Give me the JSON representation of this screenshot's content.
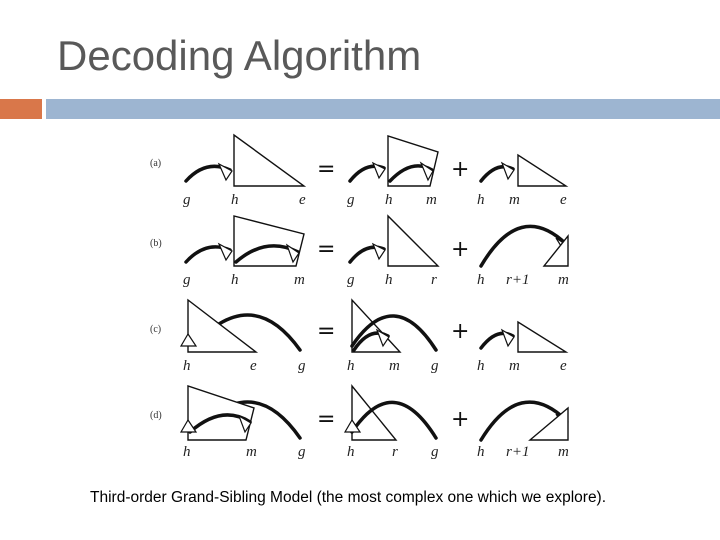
{
  "slide": {
    "title": "Decoding Algorithm",
    "caption": "Third-order Grand-Sibling Model (the most complex one which we explore).",
    "accent_color": "#d9774a",
    "band_color": "#9db5d1"
  },
  "figure": {
    "rows": [
      {
        "tag": "(a)",
        "ops": [
          "=",
          "+"
        ],
        "labels": [
          [
            "g",
            "h",
            "e"
          ],
          [
            "g",
            "h",
            "m"
          ],
          [
            "h",
            "m",
            "e"
          ]
        ]
      },
      {
        "tag": "(b)",
        "ops": [
          "=",
          "+"
        ],
        "labels": [
          [
            "g",
            "h",
            "m"
          ],
          [
            "g",
            "h",
            "r"
          ],
          [
            "h",
            "r+1",
            "m"
          ]
        ]
      },
      {
        "tag": "(c)",
        "ops": [
          "=",
          "+"
        ],
        "labels": [
          [
            "h",
            "e",
            "g"
          ],
          [
            "h",
            "m",
            "g"
          ],
          [
            "h",
            "m",
            "e"
          ]
        ]
      },
      {
        "tag": "(d)",
        "ops": [
          "=",
          "+"
        ],
        "labels": [
          [
            "h",
            "m",
            "g"
          ],
          [
            "h",
            "r",
            "g"
          ],
          [
            "h",
            "r+1",
            "m"
          ]
        ]
      }
    ]
  }
}
